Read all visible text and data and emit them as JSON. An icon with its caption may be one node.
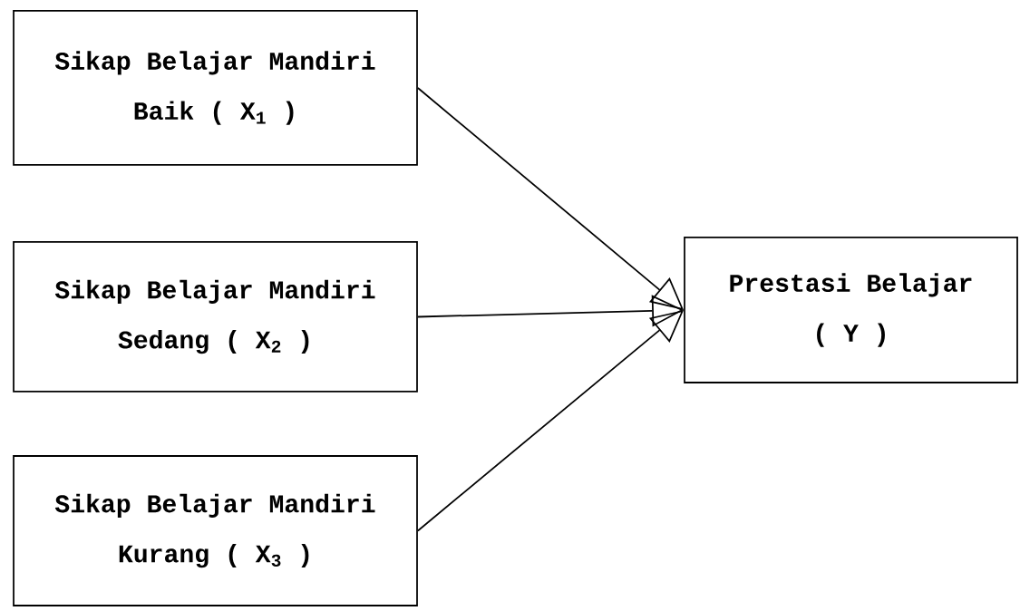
{
  "diagram": {
    "nodes": [
      {
        "text": [
          "Sikap Belajar Mandiri",
          "Baik ( X$_{1}$ )"
        ]
      },
      {
        "text": [
          "Sikap Belajar Mandiri",
          "Sedang ( X$_{2}$ )"
        ]
      },
      {
        "text": [
          "Sikap Belajar Mandiri",
          "Kurang ( X$_{3}$ )"
        ]
      },
      {
        "text": [
          "Prestasi Belajar",
          "( Y )"
        ]
      }
    ],
    "edges": [
      {
        "from": 0,
        "to": 3,
        "arrow": "to"
      },
      {
        "from": 1,
        "to": 3,
        "arrow": "to"
      },
      {
        "from": 2,
        "to": 3,
        "arrow": "to"
      }
    ]
  }
}
